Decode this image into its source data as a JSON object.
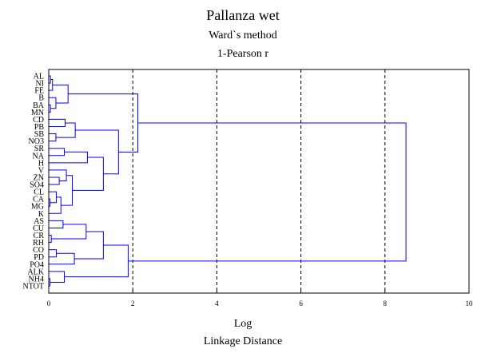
{
  "chart_data": {
    "type": "dendrogram",
    "title": "Pallanza wet",
    "subtitle": "Ward`s method",
    "subtitle2": "1-Pearson r",
    "xlabel": "Log",
    "xlabel2": "Linkage Distance",
    "xlim": [
      0,
      10
    ],
    "xticks": [
      "0",
      "2",
      "4",
      "6",
      "8",
      "10"
    ],
    "xtick_values": [
      0,
      2,
      4,
      6,
      8,
      10
    ],
    "gridlines": [
      2,
      4,
      6,
      8
    ],
    "link_color": "#0000ff",
    "leaves": [
      "AL",
      "NI",
      "FE",
      "B",
      "BA",
      "MN",
      "CD",
      "PB",
      "SB",
      "NO3",
      "SR",
      "NA",
      "H",
      "V",
      "ZN",
      "SO4",
      "CL",
      "CA",
      "MG",
      "K",
      "AS",
      "CU",
      "CR",
      "RH",
      "CO",
      "PD",
      "PO4",
      "ALK",
      "NH4",
      "NTOT"
    ],
    "merges": [
      [
        0,
        1,
        0.04
      ],
      [
        30,
        2,
        0.09
      ],
      [
        4,
        5,
        0.04
      ],
      [
        3,
        32,
        0.17
      ],
      [
        31,
        33,
        0.46
      ],
      [
        6,
        7,
        0.39
      ],
      [
        8,
        9,
        0.17
      ],
      [
        35,
        36,
        0.63
      ],
      [
        10,
        11,
        0.37
      ],
      [
        38,
        12,
        0.92
      ],
      [
        14,
        15,
        0.25
      ],
      [
        13,
        40,
        0.42
      ],
      [
        17,
        18,
        0.03
      ],
      [
        16,
        42,
        0.18
      ],
      [
        43,
        19,
        0.29
      ],
      [
        41,
        44,
        0.56
      ],
      [
        39,
        45,
        1.3
      ],
      [
        37,
        46,
        1.66
      ],
      [
        34,
        47,
        2.12
      ],
      [
        20,
        21,
        0.34
      ],
      [
        22,
        23,
        0.06
      ],
      [
        49,
        50,
        0.89
      ],
      [
        24,
        25,
        0.18
      ],
      [
        52,
        26,
        0.61
      ],
      [
        51,
        53,
        1.3
      ],
      [
        28,
        29,
        0.03
      ],
      [
        27,
        55,
        0.37
      ],
      [
        54,
        56,
        1.89
      ],
      [
        48,
        57,
        8.5
      ]
    ]
  }
}
